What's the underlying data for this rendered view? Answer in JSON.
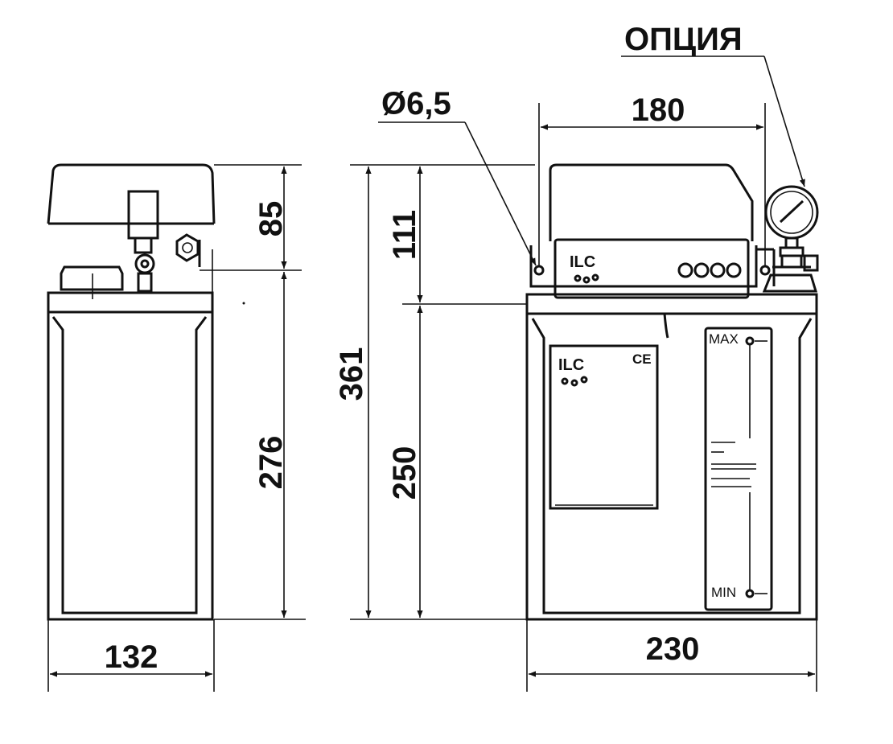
{
  "dimensions": {
    "side_width": "132",
    "front_width": "230",
    "total_height": "361",
    "side_top_height": "85",
    "side_body_height": "276",
    "front_top_height": "111",
    "front_body_height": "250",
    "mount_spacing": "180",
    "hole_diameter": "Ø6,5"
  },
  "callouts": {
    "option": "ОПЦИЯ"
  },
  "labels": {
    "level_max": "MAX",
    "level_min": "MIN",
    "brand": "ILC",
    "ce_mark": "CE"
  },
  "colors": {
    "line": "#111111",
    "background": "#ffffff"
  }
}
